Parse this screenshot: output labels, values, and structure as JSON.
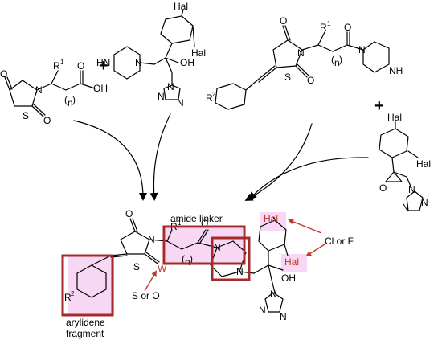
{
  "atoms": {
    "hal": "Hal",
    "O": "O",
    "S": "S",
    "N": "N",
    "NH": "NH",
    "HN": "HN",
    "OH": "OH",
    "W": "W",
    "R": "R",
    "sup1": "1",
    "sup2": "2",
    "n": "n",
    "paren_l": "(",
    "paren_r": ")"
  },
  "reactants": {
    "acid_label": "OH",
    "plus1": "+",
    "plus2": "+"
  },
  "annotations": {
    "amide_linker": "amide linker",
    "arylidene_line1": "arylidene",
    "arylidene_line2": "fragment",
    "cl_or_f": "Cl or F",
    "s_or_o": "S or O"
  },
  "colors": {
    "highlight_box": "#a52a2a",
    "highlight_fill": "#f3c6ef",
    "red_text": "#c0392b",
    "bond": "#000000"
  }
}
